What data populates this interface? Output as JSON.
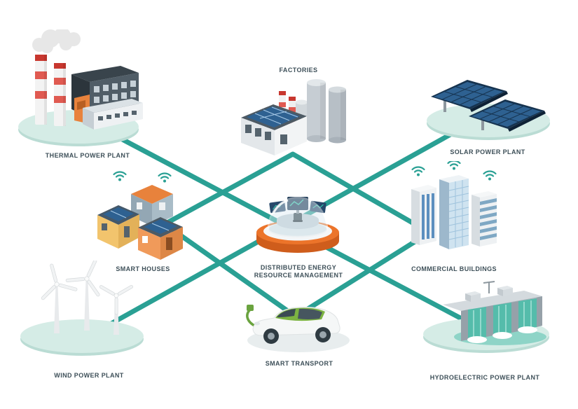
{
  "diagram": {
    "type": "isometric-energy-network",
    "background_color": "#ffffff",
    "center_hub": {
      "id": "distributed-energy-resource-management",
      "label_line1": "DISTRIBUTED ENERGY",
      "label_line2": "RESOURCE MANAGEMENT"
    },
    "nodes": {
      "thermal": {
        "label": "THERMAL POWER PLANT",
        "position": "top-left",
        "platform": "teal-ellipse"
      },
      "factories": {
        "label": "FACTORIES",
        "position": "top-center",
        "platform": "none"
      },
      "solar": {
        "label": "SOLAR POWER PLANT",
        "position": "top-right",
        "platform": "teal-ellipse"
      },
      "smart_houses": {
        "label": "SMART HOUSES",
        "position": "middle-left",
        "platform": "none"
      },
      "commercial": {
        "label": "COMMERCIAL BUILDINGS",
        "position": "middle-right",
        "platform": "none"
      },
      "wind": {
        "label": "WIND POWER PLANT",
        "position": "bottom-left",
        "platform": "teal-ellipse"
      },
      "transport": {
        "label": "SMART TRANSPORT",
        "position": "bottom-center",
        "platform": "gray-ellipse"
      },
      "hydro": {
        "label": "HYDROELECTRIC POWER PLANT",
        "position": "bottom-right",
        "platform": "teal-ellipse"
      }
    },
    "connections": [
      {
        "from": "thermal",
        "to": "center_hub"
      },
      {
        "from": "solar",
        "to": "center_hub"
      },
      {
        "from": "wind",
        "to": "center_hub"
      },
      {
        "from": "hydro",
        "to": "center_hub"
      },
      {
        "from": "factories",
        "to": "smart_houses"
      },
      {
        "from": "factories",
        "to": "commercial"
      },
      {
        "from": "smart_houses",
        "to": "transport"
      },
      {
        "from": "commercial",
        "to": "transport"
      }
    ],
    "colors": {
      "connector_teal": "#2aa094",
      "platform_mint_top": "#d5ece6",
      "platform_mint_rim": "#badcd4",
      "label_text": "#3d4f58",
      "hub_orange": "#ec742a",
      "hub_orange_dark": "#cf5d1c",
      "solar_panel_navy": "#2e6191",
      "chimney_stripe_red": "#e05a51",
      "car_green": "#7cb342",
      "water_teal": "#55bcab",
      "wifi_teal": "#2aa094"
    }
  }
}
